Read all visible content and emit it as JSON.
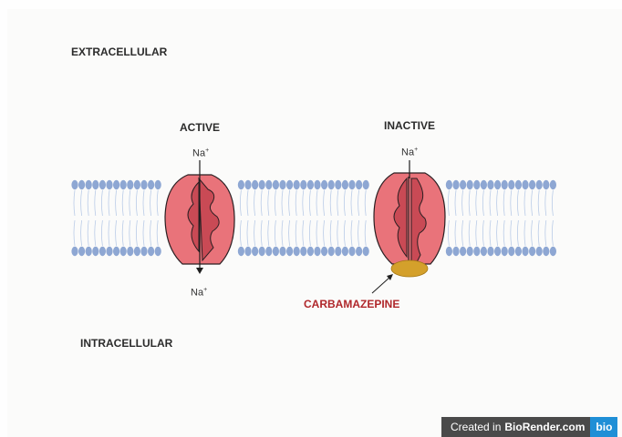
{
  "labels": {
    "extracellular": "EXTRACELLULAR",
    "intracellular": "INTRACELLULAR",
    "active": "ACTIVE",
    "inactive": "INACTIVE",
    "drug": "CARBAMAZEPINE"
  },
  "ions": {
    "symbol": "Na",
    "charge": "+"
  },
  "colors": {
    "channel_fill": "#e9737a",
    "channel_inner": "#c94a55",
    "channel_outline": "#2a1f22",
    "lipid_head": "#8ea7d3",
    "lipid_tail": "#b9cbe7",
    "drug_fill": "#d4a02b",
    "drug_text": "#b0272b"
  },
  "watermark": {
    "prefix": "Created in",
    "brand": "BioRender.com",
    "logo": "bio"
  }
}
